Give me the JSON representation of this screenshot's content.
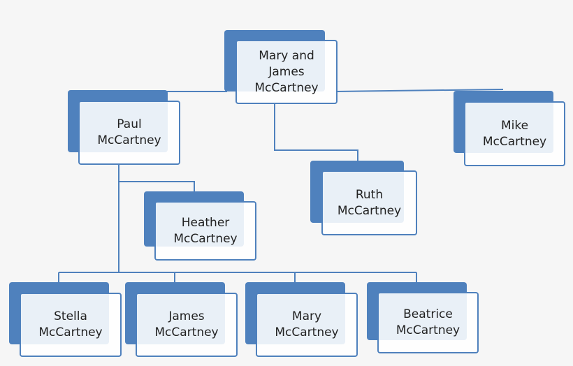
{
  "nodes": {
    "root": {
      "label": "Mary and James McCartney"
    },
    "paul": {
      "label": "Paul McCartney"
    },
    "mike": {
      "label": "Mike McCartney"
    },
    "ruth": {
      "label": "Ruth McCartney"
    },
    "heather": {
      "label": "Heather McCartney"
    },
    "stella": {
      "label": "Stella McCartney"
    },
    "james": {
      "label": "James McCartney"
    },
    "mary": {
      "label": "Mary McCartney"
    },
    "beatrice": {
      "label": "Beatrice McCartney"
    }
  },
  "colors": {
    "box_fill": "#4f81bd",
    "connector": "#4f81bd",
    "background": "#f6f6f6"
  }
}
